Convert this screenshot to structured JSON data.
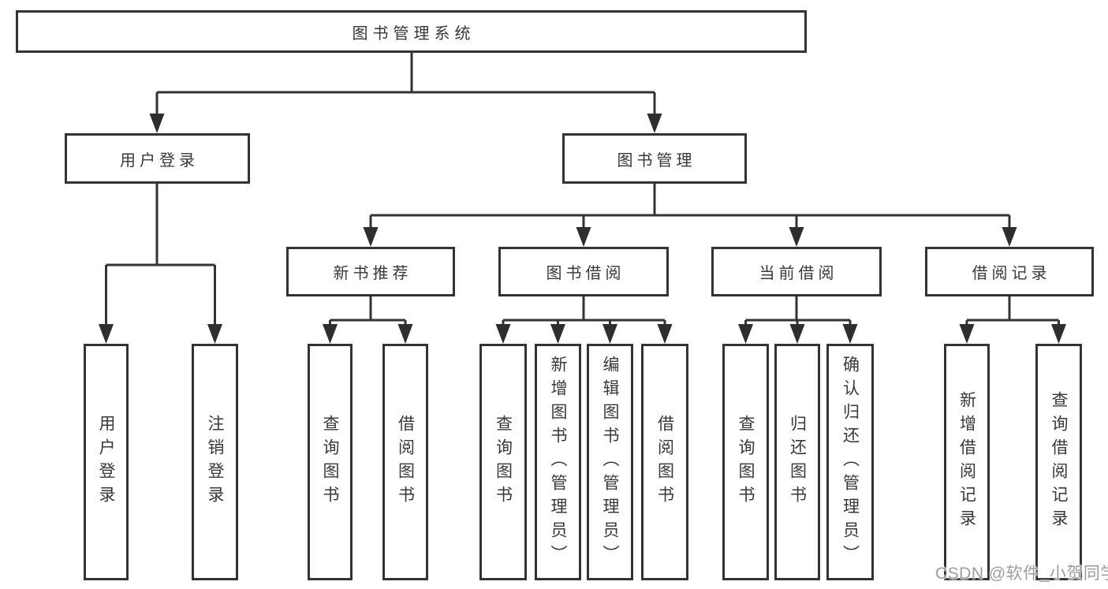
{
  "diagram": {
    "colors": {
      "background": "#ffffff",
      "line": "#333333",
      "arrow": "#2e2e2e",
      "text": "#38383b",
      "watermark_text": "#9b9ca4"
    },
    "watermark": "CSDN @软件_小贺同学",
    "nodes": {
      "root": "图书管理系统",
      "login": "用户登录",
      "book_mgmt": "图书管理",
      "new_book_rec": "新书推荐",
      "book_borrow": "图书借阅",
      "current_borrow": "当前借阅",
      "borrow_record": "借阅记录",
      "user_login": "用户登录",
      "logout": "注销登录",
      "query_books_rec": "查询图书",
      "borrow_books_rec": "借阅图书",
      "query_books_borrow": "查询图书",
      "add_books_admin": "新增图书（管理员）",
      "edit_books_admin": "编辑图书（管理员）",
      "borrow_books_borrow": "借阅图书",
      "query_books_current": "查询图书",
      "return_books": "归还图书",
      "confirm_return_admin": "确认归还（管理员）",
      "add_borrow_record": "新增借阅记录",
      "query_borrow_record": "查询借阅记录"
    },
    "edges": [
      [
        "root",
        "login"
      ],
      [
        "root",
        "book_mgmt"
      ],
      [
        "login",
        "user_login"
      ],
      [
        "login",
        "logout"
      ],
      [
        "book_mgmt",
        "new_book_rec"
      ],
      [
        "book_mgmt",
        "book_borrow"
      ],
      [
        "book_mgmt",
        "current_borrow"
      ],
      [
        "book_mgmt",
        "borrow_record"
      ],
      [
        "new_book_rec",
        "query_books_rec"
      ],
      [
        "new_book_rec",
        "borrow_books_rec"
      ],
      [
        "book_borrow",
        "query_books_borrow"
      ],
      [
        "book_borrow",
        "add_books_admin"
      ],
      [
        "book_borrow",
        "edit_books_admin"
      ],
      [
        "book_borrow",
        "borrow_books_borrow"
      ],
      [
        "current_borrow",
        "query_books_current"
      ],
      [
        "current_borrow",
        "return_books"
      ],
      [
        "current_borrow",
        "confirm_return_admin"
      ],
      [
        "borrow_record",
        "add_borrow_record"
      ],
      [
        "borrow_record",
        "query_borrow_record"
      ]
    ]
  }
}
